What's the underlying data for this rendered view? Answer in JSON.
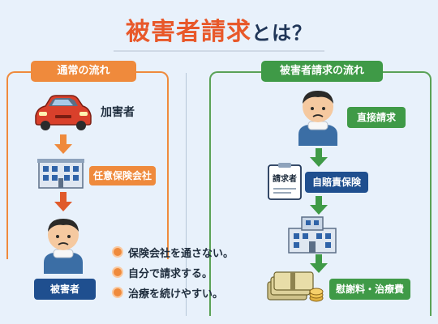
{
  "title": {
    "main": "被害者請求",
    "tail": "とは？"
  },
  "left": {
    "heading": "通常の流れ",
    "perpetrator_label": "加害者",
    "insurance_label": "任意保険会社",
    "victim_label": "被害者"
  },
  "right": {
    "heading": "被害者請求の流れ",
    "direct_claim_label": "直接請求",
    "document_label": "請求者",
    "jibaiseki_label": "自賠責保険",
    "payment_label": "慰謝料・治療費"
  },
  "bullets": [
    "保険会社を通さない。",
    "自分で請求する。",
    "治療を続けやすい。"
  ],
  "colors": {
    "orange": "#ef8a3c",
    "green": "#3f9a47",
    "navy": "#1f4f8f",
    "title_orange": "#e8582a"
  },
  "icons": [
    "car-icon",
    "building-icon",
    "person-icon",
    "document-icon",
    "money-icon",
    "arrow-down-icon"
  ]
}
